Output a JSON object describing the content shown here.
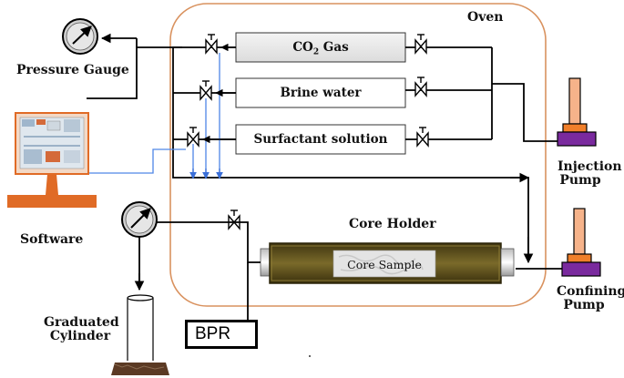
{
  "labels": {
    "oven": "Oven",
    "pressure_gauge": "Pressure Gauge",
    "co2_gas_prefix": "CO",
    "co2_gas_sub": "2",
    "co2_gas_suffix": " Gas",
    "brine_water": "Brine water",
    "surfactant_solution": "Surfactant solution",
    "injection_pump_line1": "Injection",
    "injection_pump_line2": "Pump",
    "software": "Software",
    "core_holder": "Core Holder",
    "core_sample": "Core Sample",
    "confining_pump_line1": "Confining",
    "confining_pump_line2": "Pump",
    "graduated_cylinder_line1": "Graduated",
    "graduated_cylinder_line2": "Cylinder",
    "bpr": "BPR"
  },
  "colors": {
    "oven_border": "#d9925f",
    "signal_line": "#4f86e6",
    "pump_purple": "#7a2a9e",
    "pump_orange": "#f07f2a",
    "pump_peach": "#f6b38a",
    "core_body": "#6b5a1f",
    "software_orange": "#e06b26",
    "cylinder_base": "#5b3a24"
  }
}
